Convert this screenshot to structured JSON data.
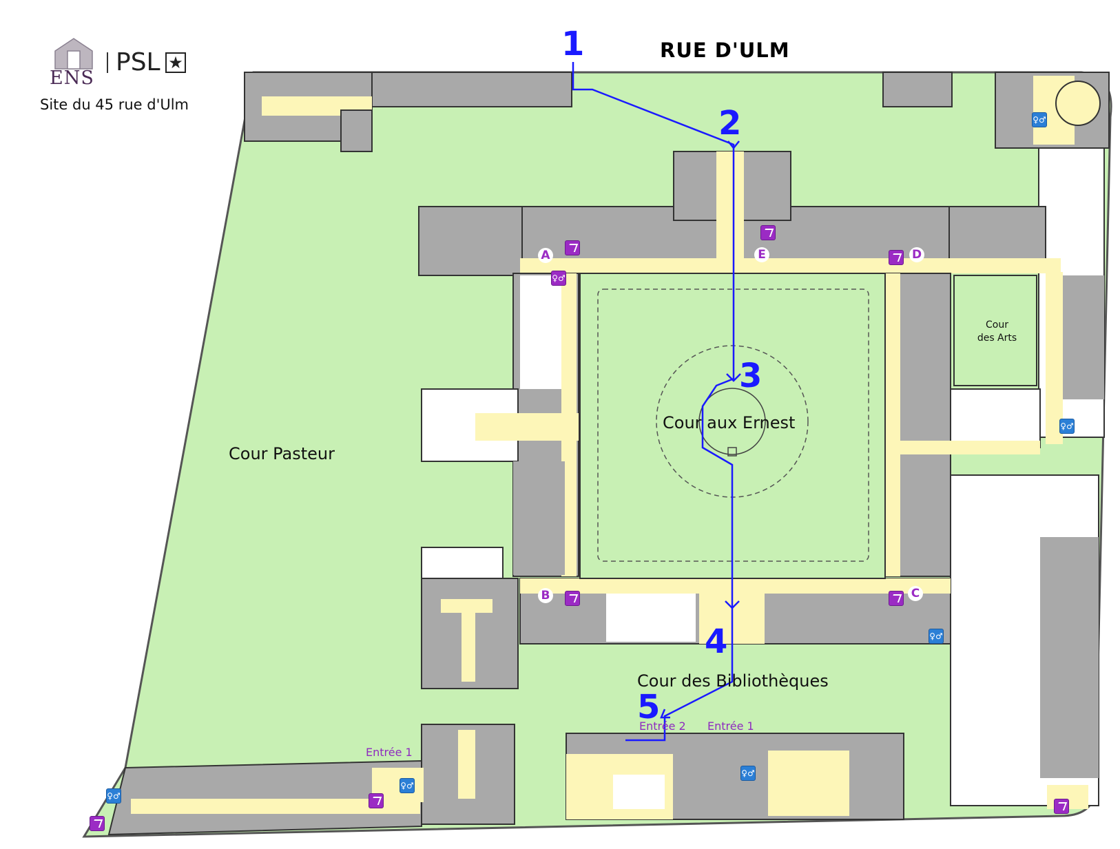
{
  "header": {
    "ens_logo_text": "ENS",
    "psl_logo_text": "PSL",
    "psl_star": "★",
    "site_label": "Site du 45 rue d'Ulm",
    "street_name": "RUE D'ULM"
  },
  "courtyards": {
    "pasteur": "Cour Pasteur",
    "ernest": "Cour aux Ernest",
    "bibliotheques": "Cour des Bibliothèques",
    "arts_line1": "Cour",
    "arts_line2": "des Arts"
  },
  "route": {
    "steps": [
      "1",
      "2",
      "3",
      "4",
      "5"
    ],
    "color": "#1a1aff"
  },
  "entrances": {
    "entree2_library": "Entrée 2",
    "entree1_library": "Entrée 1",
    "entree1_west": "Entrée 1"
  },
  "stair_letters": [
    "A",
    "B",
    "C",
    "D",
    "E"
  ],
  "colors": {
    "courtyard_green": "#c8f0b4",
    "corridor_yellow": "#fdf6b8",
    "room_gray": "#a9a9a9",
    "wall_dark": "#333333",
    "stair_purple": "#9b2bc4",
    "wc_blue": "#2b7fd6"
  },
  "icons": {
    "stairs": "stairs-icon",
    "toilets": "toilet-icon",
    "elevator": "elevator-icon"
  }
}
